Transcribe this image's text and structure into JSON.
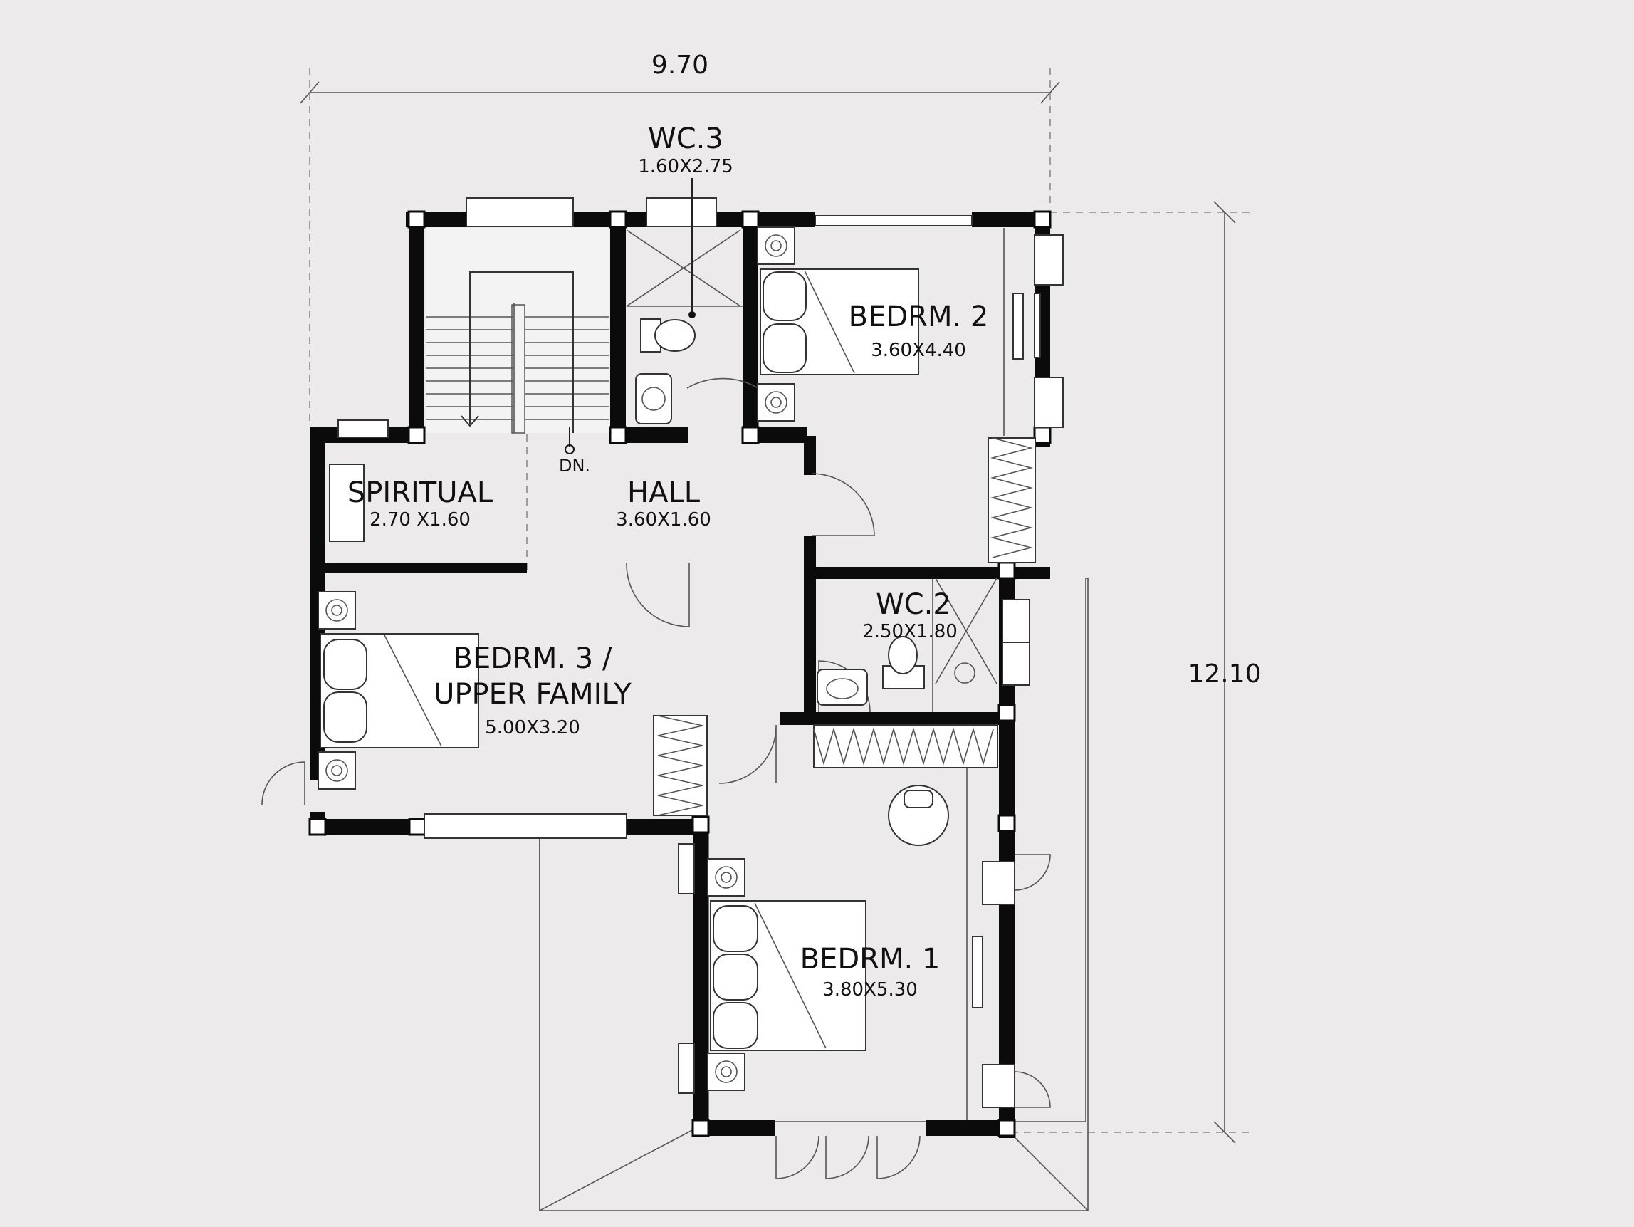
{
  "plan": {
    "overall_width": "9.70",
    "overall_depth": "12.10",
    "stair_label": "DN.",
    "rooms": [
      {
        "name": "WC.3",
        "size": "1.60X2.75"
      },
      {
        "name": "BEDRM. 2",
        "size": "3.60X4.40"
      },
      {
        "name": "SPIRITUAL",
        "size": "2.70 X1.60"
      },
      {
        "name": "HALL",
        "size": "3.60X1.60"
      },
      {
        "name": "WC.2",
        "size": "2.50X1.80"
      },
      {
        "name": "BEDRM. 3 /",
        "name_line2": "UPPER FAMILY",
        "size": "5.00X3.20"
      },
      {
        "name": "BEDRM. 1",
        "size": "3.80X5.30"
      }
    ]
  },
  "colors": {
    "background": "#eceaea",
    "wall": "#0b0b0b",
    "ink": "#111111"
  }
}
